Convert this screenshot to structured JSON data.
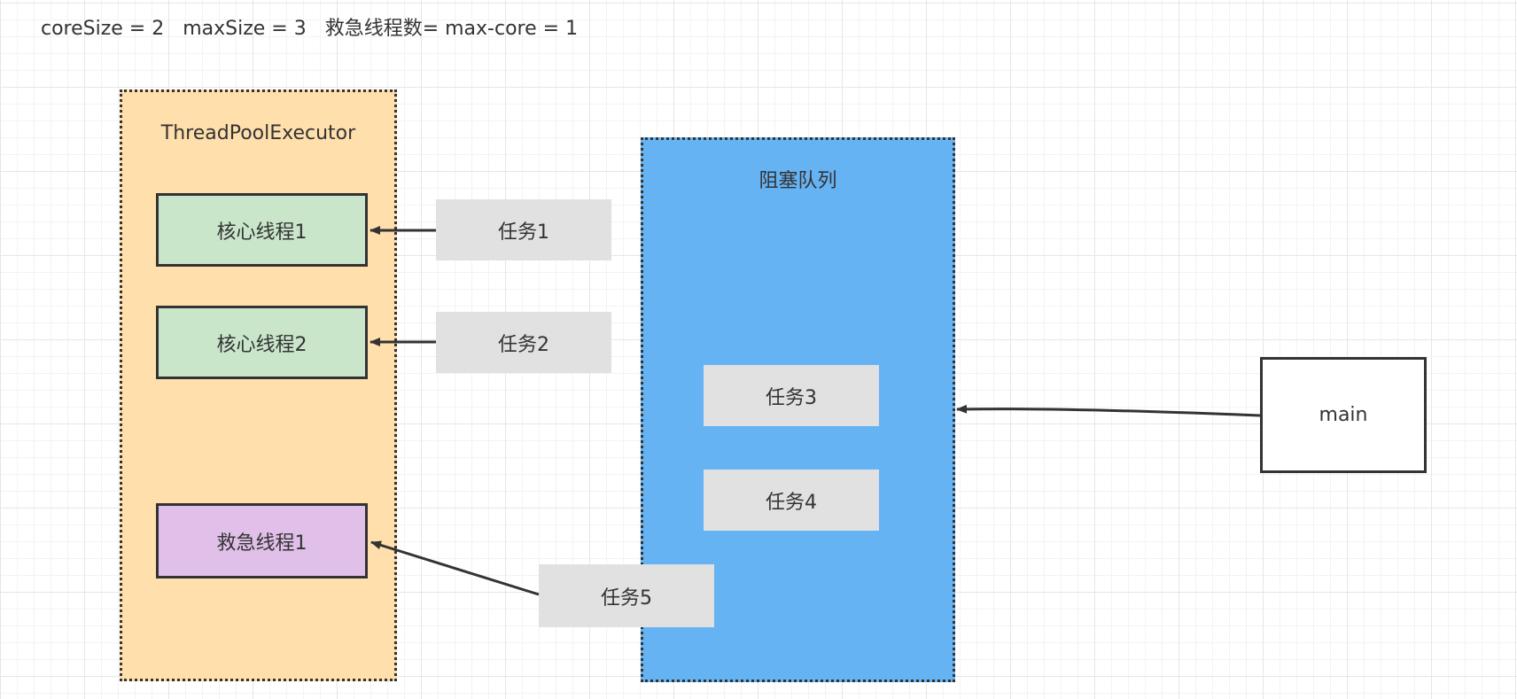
{
  "header": {
    "formula": "coreSize = 2   maxSize = 3   救急线程数= max-core = 1"
  },
  "executor": {
    "label": "ThreadPoolExecutor",
    "color": "#ffdfac",
    "core_threads": [
      "核心线程1",
      "核心线程2"
    ],
    "rescue_threads": [
      "救急线程1"
    ]
  },
  "queue": {
    "label": "阻塞队列",
    "color": "#66b3f4",
    "tasks": [
      "任务3",
      "任务4"
    ]
  },
  "tasks": [
    "任务1",
    "任务2",
    "任务5"
  ],
  "main": {
    "label": "main"
  },
  "colors": {
    "core_thread": "#c9e6cb",
    "rescue_thread": "#e0bfe8",
    "task": "#e1e1e1",
    "edge": "#333333"
  }
}
